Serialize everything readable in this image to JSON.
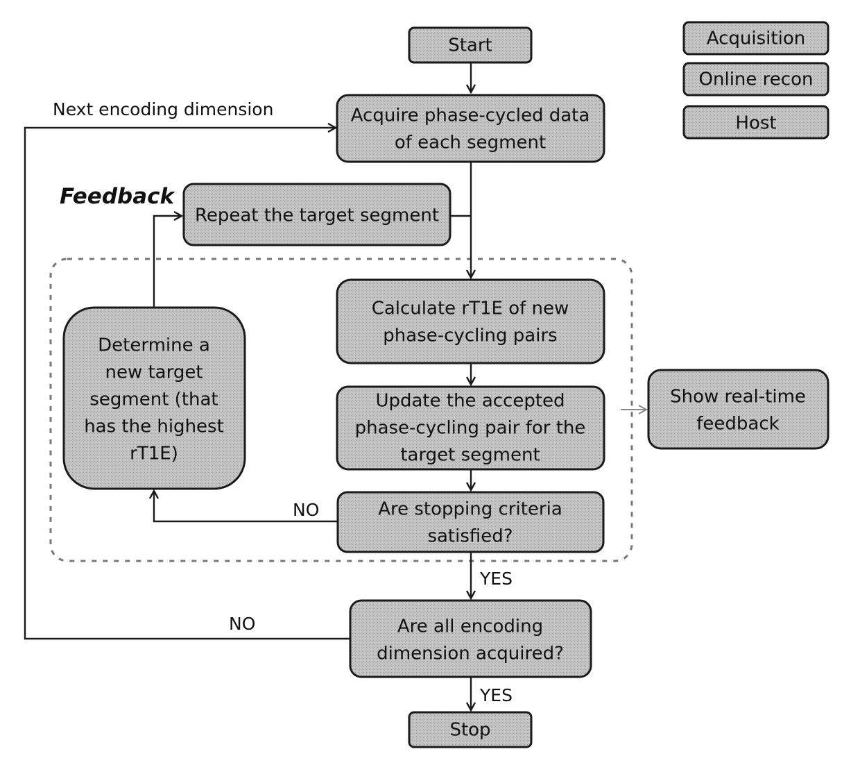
{
  "legend": {
    "acquisition": "Acquisition",
    "online_recon": "Online recon",
    "host": "Host"
  },
  "nodes": {
    "start": "Start",
    "acquire": [
      "Acquire phase-cycled data",
      "of each segment"
    ],
    "repeat": "Repeat the target segment",
    "calculate": [
      "Calculate rT1E of new",
      "phase-cycling pairs"
    ],
    "update": [
      "Update the accepted",
      "phase-cycling pair for the",
      "target segment"
    ],
    "stopping": [
      "Are stopping criteria",
      "satisfied?"
    ],
    "determine": [
      "Determine a",
      "new target",
      "segment (that",
      "has the highest",
      "rT1E)"
    ],
    "show": [
      "Show real-time",
      "feedback"
    ],
    "all_acquired": [
      "Are all encoding",
      "dimension acquired?"
    ],
    "stop": "Stop"
  },
  "labels": {
    "next_encoding": "Next encoding dimension",
    "feedback": "Feedback",
    "no_inner": "NO",
    "yes_inner": "YES",
    "no_outer": "NO",
    "yes_outer": "YES"
  },
  "colors": {
    "box_fill": "#b9b9b9",
    "stroke": "#1a1a1a",
    "dashed_region": "#777777",
    "gray_arrow": "#888888"
  }
}
